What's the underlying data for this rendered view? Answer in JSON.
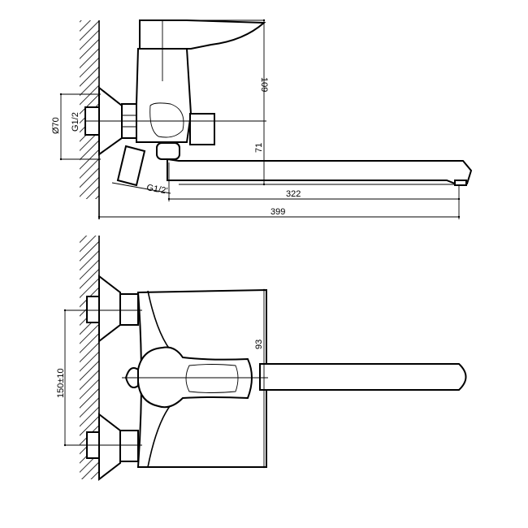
{
  "side_view": {
    "dimensions": {
      "lever_height": "109",
      "flange_diameter": "Ø70",
      "inlet_thread": "G1/2",
      "outlet_thread": "G1/2'",
      "spout_height": "71",
      "spout_reach": "322",
      "total_length": "399"
    }
  },
  "top_view": {
    "dimensions": {
      "inlet_spacing": "150±10",
      "body_height": "93"
    }
  }
}
